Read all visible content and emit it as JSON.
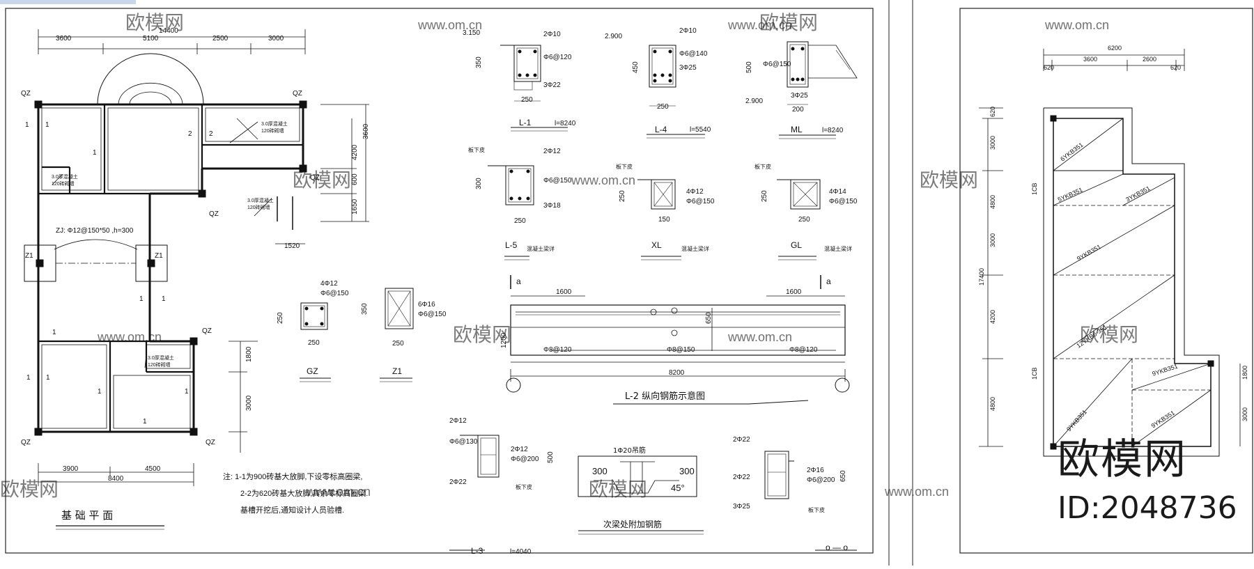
{
  "watermark": {
    "site": "www.om.cn",
    "brand": "欧模网",
    "id_text": "ID:2048736"
  },
  "plan": {
    "title": "基 础 平 面",
    "top_dims": {
      "total": "14400",
      "segs": [
        "3600",
        "5100",
        "2500",
        "3000"
      ]
    },
    "bottom_dims": {
      "total": "8400",
      "segs": [
        "3900",
        "4500"
      ]
    },
    "right_dims": [
      "3600",
      "4200",
      "600",
      "1650"
    ],
    "right_dims_lower": [
      "1800",
      "3000"
    ],
    "qz": "QZ",
    "z1": "Z1",
    "zj_note": "ZJ: Φ12@150*50 ,h=300",
    "m1": "1",
    "m2": "2",
    "note_small_a": "3.0厚混凝土\n120砖砌墙",
    "tag_1520": "1520"
  },
  "notes": {
    "l1": "注: 1-1为900砖基大放脚,下设零标高圈梁,",
    "l2": "2-2为620砖基大放脚,其余零标高圈梁.",
    "l3": "基槽开挖后,通知设计人员验槽."
  },
  "beams": {
    "L1": {
      "name": "L-1",
      "span": "l=8240",
      "width": "250",
      "height": "350",
      "elev": "3.150",
      "top": "2Φ10",
      "stirrup": "Φ6@120",
      "bot": "3Φ22"
    },
    "L4": {
      "name": "L-4",
      "span": "l=5540",
      "width": "250",
      "height": "450",
      "elev": "2.900",
      "top": "2Φ10",
      "stirrup": "Φ6@140",
      "bot": "3Φ25"
    },
    "ML": {
      "name": "ML",
      "span": "l=8240",
      "width": "200",
      "height": "500",
      "elev": "2.900",
      "stirrup": "Φ6@150",
      "bot": "3Φ25"
    },
    "L5": {
      "name": "L-5",
      "width": "250",
      "height": "300",
      "top": "2Φ12",
      "stirrup": "Φ6@150",
      "bot": "3Φ18",
      "note": "板下皮",
      "tag": "混凝土梁详"
    },
    "XL": {
      "name": "XL",
      "width": "150",
      "height": "250",
      "top": "4Φ12",
      "stirrup": "Φ6@150",
      "note": "板下皮",
      "tag": "混凝土梁详"
    },
    "GL": {
      "name": "GL",
      "width": "250",
      "height": "250",
      "top": "4Φ14",
      "stirrup": "Φ6@150",
      "note": "板下皮",
      "tag": "混凝土梁详"
    },
    "GZ": {
      "name": "GZ",
      "width": "250",
      "height": "250",
      "bars": "4Φ12",
      "stirrup": "Φ6@150"
    },
    "Z1": {
      "name": "Z1",
      "width": "250",
      "height": "350",
      "bars": "6Φ16",
      "stirrup": "Φ6@150"
    },
    "L3": {
      "name": "L-3",
      "span": "l=4040",
      "height": "500",
      "top": "2Φ12",
      "stirrup": "Φ6@130",
      "mid": "2Φ12",
      "stir2": "Φ6@200",
      "bot": "2Φ22",
      "note": "板下皮"
    },
    "OO": {
      "name": "o — o",
      "height": "650",
      "top": "2Φ22",
      "mid": "2Φ22",
      "bot": "3Φ25",
      "side": "2Φ16",
      "stirrup": "Φ6@200",
      "note": "板下皮"
    }
  },
  "l2_elev": {
    "title": "L-2 纵向钢筋示意图",
    "total": "8200",
    "left_end": "1600",
    "right_end": "1600",
    "height_left": "1200",
    "height_right": "650",
    "st_left": "Φ8@120",
    "st_mid": "Φ8@150",
    "st_right": "Φ8@120",
    "sec": "a"
  },
  "detail": {
    "title": "次梁处附加钢筋",
    "bars": "1Φ20吊筋",
    "left": "300",
    "right": "300",
    "angle": "45°"
  },
  "slab": {
    "top_total": "6200",
    "top_segs": [
      "3600",
      "2600"
    ],
    "edge": "620",
    "left_total": "17400",
    "left_segs": [
      "3000",
      "4800",
      "3000",
      "4200",
      "4800"
    ],
    "left_tags": [
      "620",
      "1CB",
      "1CB"
    ],
    "right_tags": [
      "1800",
      "3000"
    ],
    "panels": [
      "6YKB351",
      "5YKB351",
      "3YKB351",
      "9YKB351",
      "12YKB6-351",
      "9YKB351",
      "9YKB351",
      "9YKB351"
    ]
  }
}
